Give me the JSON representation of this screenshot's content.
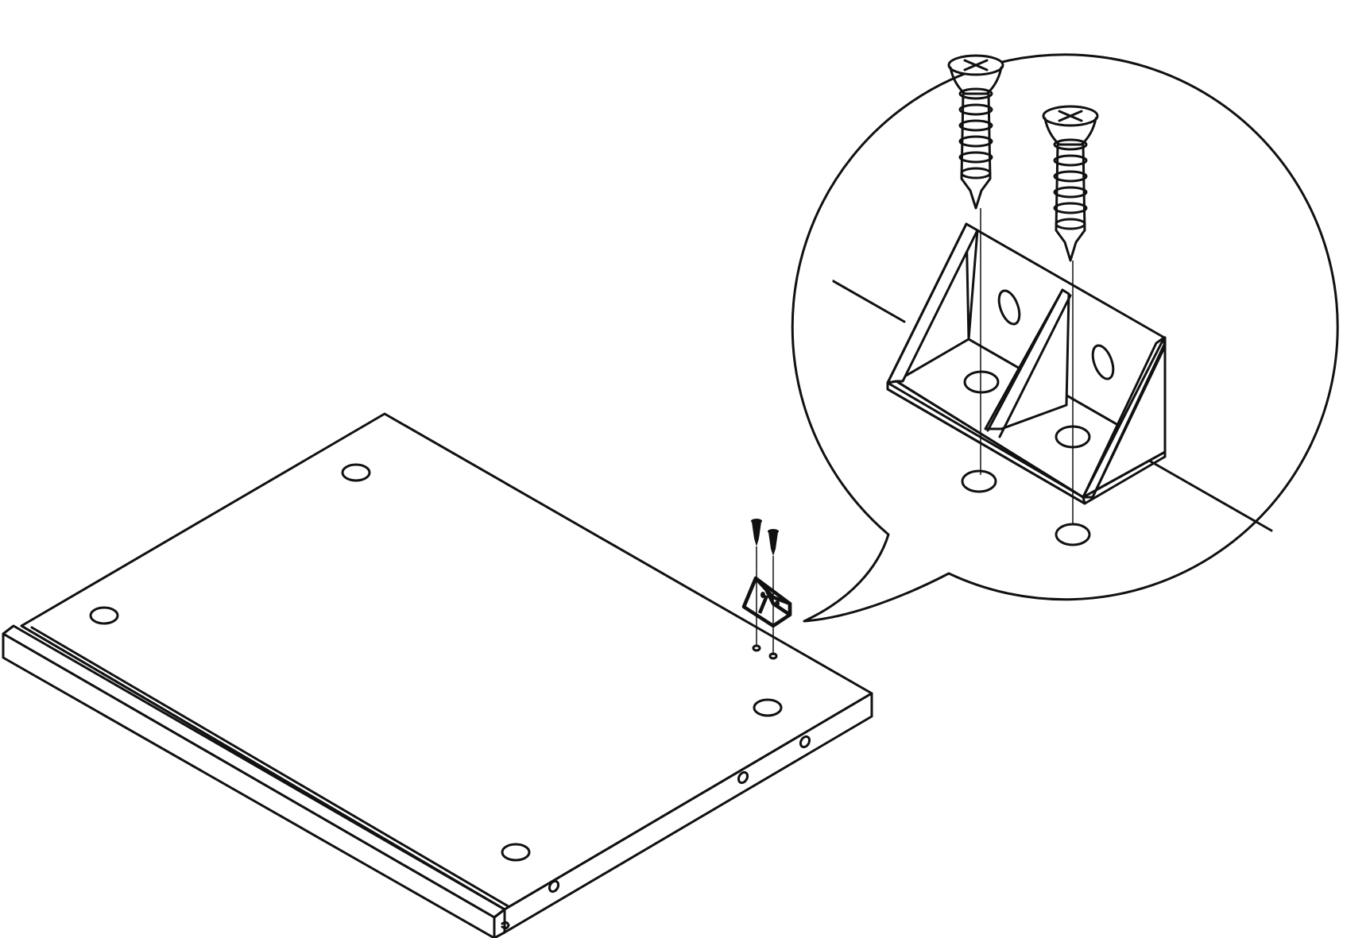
{
  "illustration": {
    "kind": "assembly-instruction",
    "step_text": "",
    "colors": {
      "ink": "#111111",
      "paper": "#ffffff"
    },
    "parts": {
      "panel": "panel",
      "bracket": "corner-bracket",
      "screw": "wood-screw",
      "callout": "magnified-detail-callout"
    },
    "screw_count": 2,
    "panel_face_holes": 4,
    "panel_edge_holes": 3
  }
}
